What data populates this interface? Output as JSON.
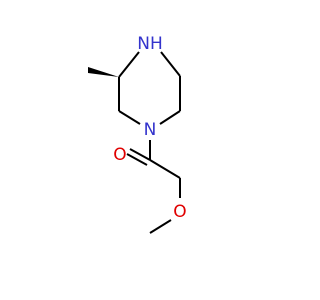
{
  "molecule": {
    "atoms": {
      "n_top": {
        "label": "NH",
        "color": "#3333cc"
      },
      "n_ring": {
        "label": "N",
        "color": "#3333cc"
      },
      "o_carbonyl": {
        "label": "O",
        "color": "#e00000"
      },
      "o_ether": {
        "label": "O",
        "color": "#e00000"
      }
    },
    "bond_color": "#000000",
    "background": "#ffffff"
  }
}
